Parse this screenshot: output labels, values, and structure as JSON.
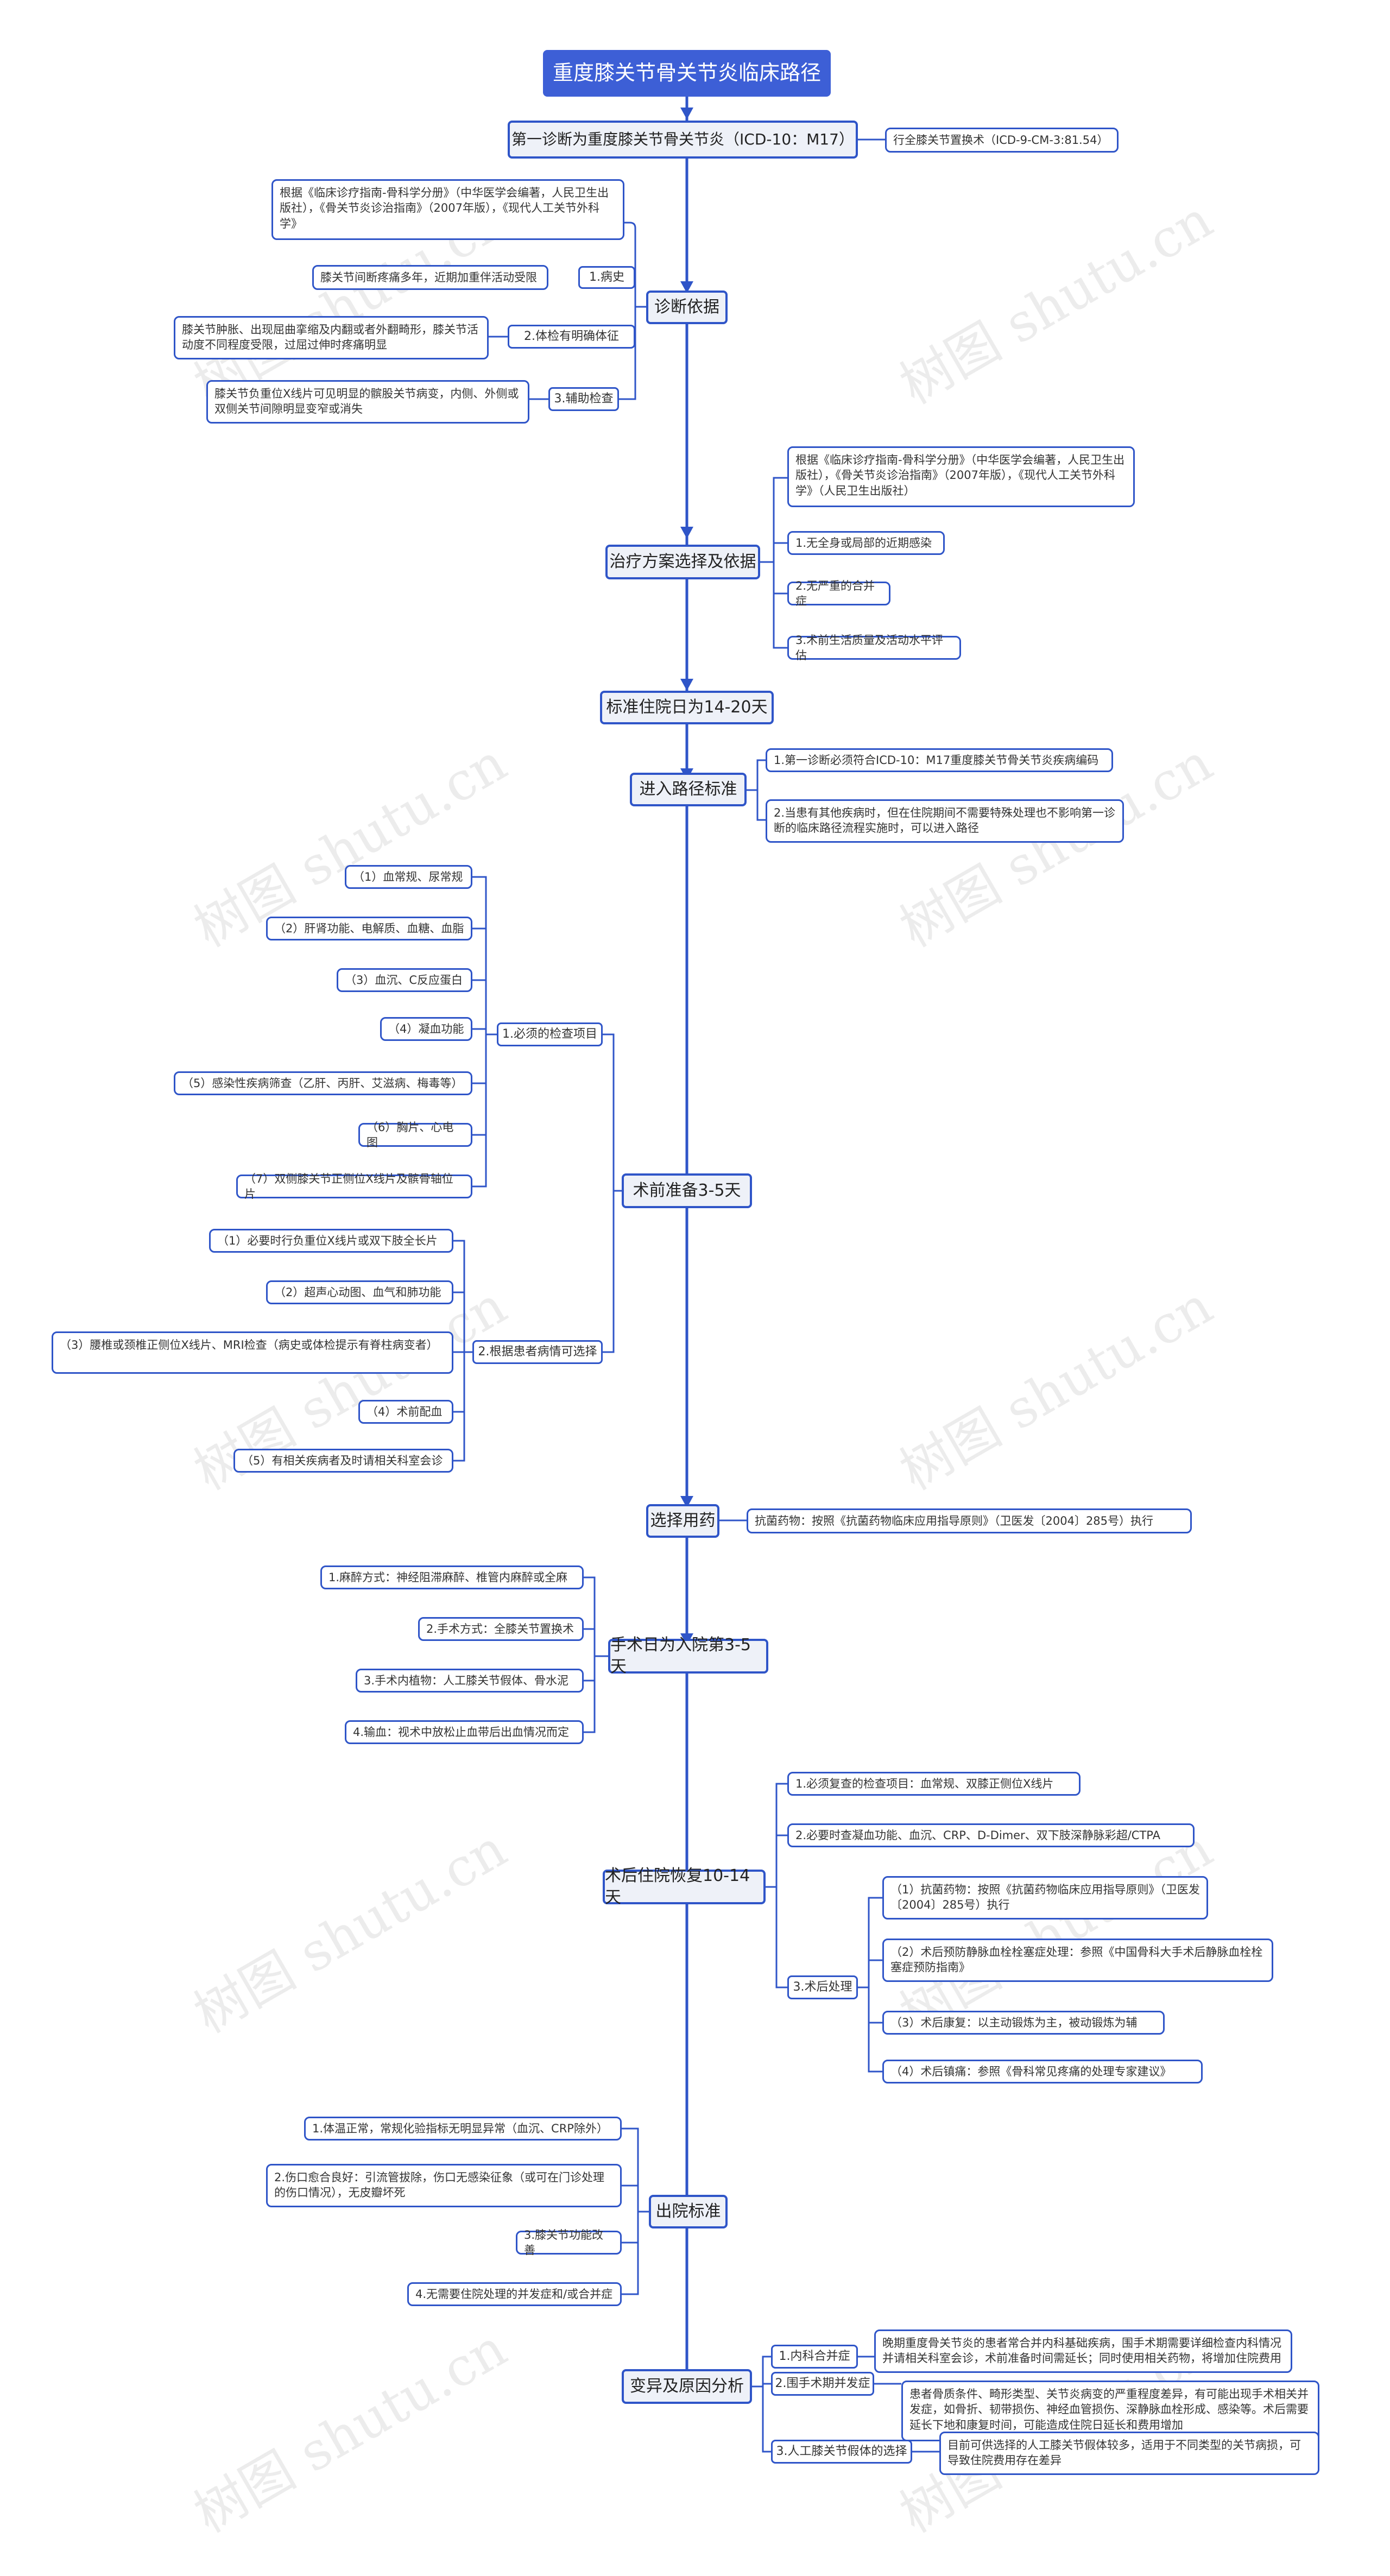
{
  "title": "重度膝关节骨关节炎临床路径",
  "first_diagnosis": "第一诊断为重度膝关节骨关节炎（ICD-10：M17）",
  "procedure": "行全膝关节置换术（ICD-9-CM-3:81.54）",
  "diagnosis": {
    "label": "诊断依据",
    "basis": "根据《临床诊疗指南-骨科学分册》（中华医学会编著，人民卫生出版社），《骨关节炎诊治指南》（2007年版），《现代人工关节外科学》",
    "history_label": "1.病史",
    "history_text": "膝关节间断疼痛多年，近期加重伴活动受限",
    "exam_label": "2.体检有明确体征",
    "exam_text": "膝关节肿胀、出现屈曲挛缩及内翻或者外翻畸形，膝关节活动度不同程度受限，过屈过伸时疼痛明显",
    "aux_label": "3.辅助检查",
    "aux_text": "膝关节负重位X线片可见明显的髌股关节病变，内侧、外侧或双侧关节间隙明显变窄或消失"
  },
  "treatment": {
    "label": "治疗方案选择及依据",
    "items": [
      "根据《临床诊疗指南-骨科学分册》（中华医学会编著，人民卫生出版社），《骨关节炎诊治指南》（2007年版），《现代人工关节外科学》（人民卫生出版社）",
      "1.无全身或局部的近期感染",
      "2.无严重的合并症",
      "3.术前生活质量及活动水平评估"
    ]
  },
  "stay": "标准住院日为14-20天",
  "entry": {
    "label": "进入路径标准",
    "items": [
      "1.第一诊断必须符合ICD-10：M17重度膝关节骨关节炎疾病编码",
      "2.当患有其他疾病时，但在住院期间不需要特殊处理也不影响第一诊断的临床路径流程实施时，可以进入路径"
    ]
  },
  "preop": {
    "label": "术前准备3-5天",
    "required_label": "1.必须的检查项目",
    "required": [
      "（1）血常规、尿常规",
      "（2）肝肾功能、电解质、血糖、血脂",
      "（3）血沉、C反应蛋白",
      "（4）凝血功能",
      "（5）感染性疾病筛查（乙肝、丙肝、艾滋病、梅毒等）",
      "（6）胸片、心电图",
      "（7）双侧膝关节正侧位X线片及髌骨轴位片"
    ],
    "optional_label": "2.根据患者病情可选择",
    "optional": [
      "（1）必要时行负重位X线片或双下肢全长片",
      "（2）超声心动图、血气和肺功能",
      "（3）腰椎或颈椎正侧位X线片、MRI检查（病史或体检提示有脊柱病变者）",
      "（4）术前配血",
      "（5）有相关疾病者及时请相关科室会诊"
    ]
  },
  "drugs": {
    "label": "选择用药",
    "text": "抗菌药物：按照《抗菌药物临床应用指导原则》（卫医发〔2004〕285号）执行"
  },
  "surgery": {
    "label": "手术日为入院第3-5天",
    "items": [
      "1.麻醉方式：神经阻滞麻醉、椎管内麻醉或全麻",
      "2.手术方式：全膝关节置换术",
      "3.手术内植物：人工膝关节假体、骨水泥",
      "4.输血：视术中放松止血带后出血情况而定"
    ]
  },
  "postop": {
    "label": "术后住院恢复10-14天",
    "items": [
      "1.必须复查的检查项目：血常规、双膝正侧位X线片",
      "2.必要时查凝血功能、血沉、CRP、D-Dimer、双下肢深静脉彩超/CTPA"
    ],
    "treat_label": "3.术后处理",
    "treat": [
      "（1）抗菌药物：按照《抗菌药物临床应用指导原则》（卫医发〔2004〕285号）执行",
      "（2）术后预防静脉血栓栓塞症处理：参照《中国骨科大手术后静脉血栓栓塞症预防指南》",
      "（3）术后康复：以主动锻炼为主，被动锻炼为辅",
      "（4）术后镇痛：参照《骨科常见疼痛的处理专家建议》"
    ]
  },
  "discharge": {
    "label": "出院标准",
    "items": [
      "1.体温正常，常规化验指标无明显异常（血沉、CRP除外）",
      "2.伤口愈合良好：引流管拔除，伤口无感染征象（或可在门诊处理的伤口情况），无皮瓣坏死",
      "3.膝关节功能改善",
      "4.无需要住院处理的并发症和/或合并症"
    ]
  },
  "variance": {
    "label": "变异及原因分析",
    "items": [
      {
        "label": "1.内科合并症",
        "text": "晚期重度骨关节炎的患者常合并内科基础疾病，围手术期需要详细检查内科情况并请相关科室会诊，术前准备时间需延长；同时使用相关药物，将增加住院费用"
      },
      {
        "label": "2.围手术期并发症",
        "text": "患者骨质条件、畸形类型、关节炎病变的严重程度差异，有可能出现手术相关并发症，如骨折、韧带损伤、神经血管损伤、深静脉血栓形成、感染等。术后需要延长下地和康复时间，可能造成住院日延长和费用增加"
      },
      {
        "label": "3.人工膝关节假体的选择",
        "text": "目前可供选择的人工膝关节假体较多，适用于不同类型的关节病损，可导致住院费用存在差异"
      }
    ]
  },
  "watermark": "树图 shutu.cn",
  "colors": {
    "accent": "#2f55c8",
    "root_bg": "#3d5fd6",
    "main_bg": "#eef1f8"
  }
}
